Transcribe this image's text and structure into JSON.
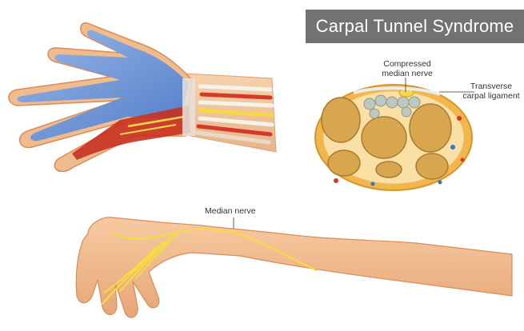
{
  "title": "Carpal Tunnel Syndrome",
  "labels": {
    "compressed_line1": "Compressed",
    "compressed_line2": "median nerve",
    "transverse_line1": "Transverse",
    "transverse_line2": "carpal ligament",
    "median_nerve": "Median nerve"
  },
  "colors": {
    "title_bg": "#727272",
    "skin": "#f0bc8e",
    "nerve": "#f5df3a",
    "bone": "#d9a650",
    "tendon_blue": "#5f8fd9",
    "muscle_red": "#c8311f"
  }
}
